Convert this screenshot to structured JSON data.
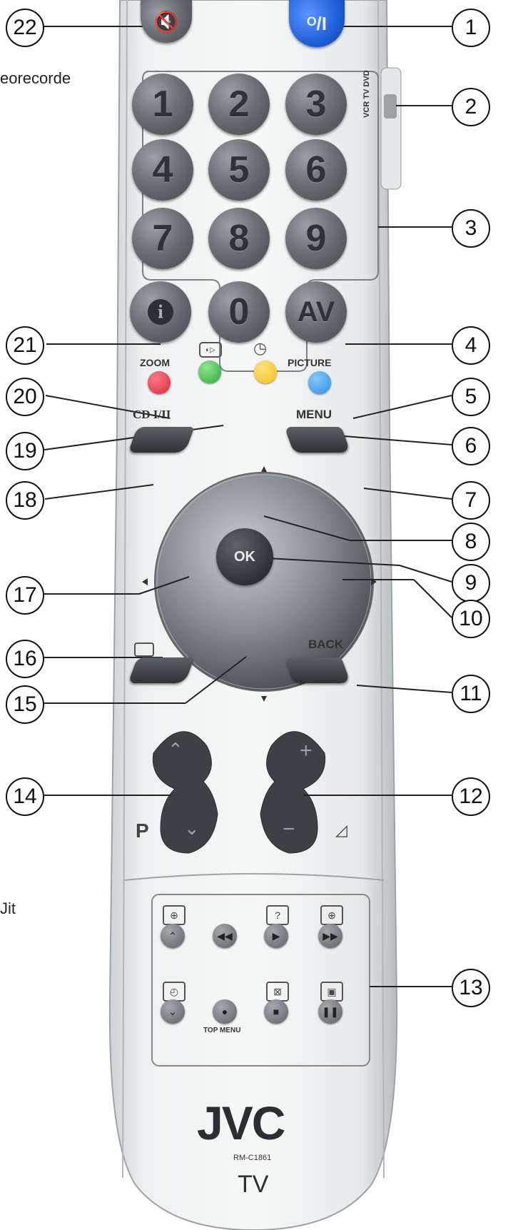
{
  "side_text": {
    "top": "eorecorde",
    "bottom": "Jit"
  },
  "buttons": {
    "power": "ᴼ/I",
    "mute": "🔇",
    "numbers": [
      "1",
      "2",
      "3",
      "4",
      "5",
      "6",
      "7",
      "8",
      "9",
      "0"
    ],
    "info": "i",
    "av": "AV",
    "ok": "OK",
    "p": "P"
  },
  "labels": {
    "zoom": "ZOOM",
    "picture": "PICTURE",
    "mono": "CD I/II",
    "menu": "MENU",
    "back": "BACK",
    "top_menu": "TOP MENU",
    "switch": "VCR TV DVD"
  },
  "brand": {
    "logo": "JVC",
    "model": "RM-C1861",
    "type": "TV"
  },
  "callouts": [
    "1",
    "2",
    "3",
    "4",
    "5",
    "6",
    "7",
    "8",
    "9",
    "10",
    "11",
    "12",
    "13",
    "14",
    "15",
    "16",
    "17",
    "18",
    "19",
    "20",
    "21",
    "22"
  ],
  "colors": {
    "red": "#d9283a",
    "green": "#2fa63a",
    "yellow": "#f2c21a",
    "blue": "#2f8fe0",
    "power": "#1e5fd8"
  }
}
